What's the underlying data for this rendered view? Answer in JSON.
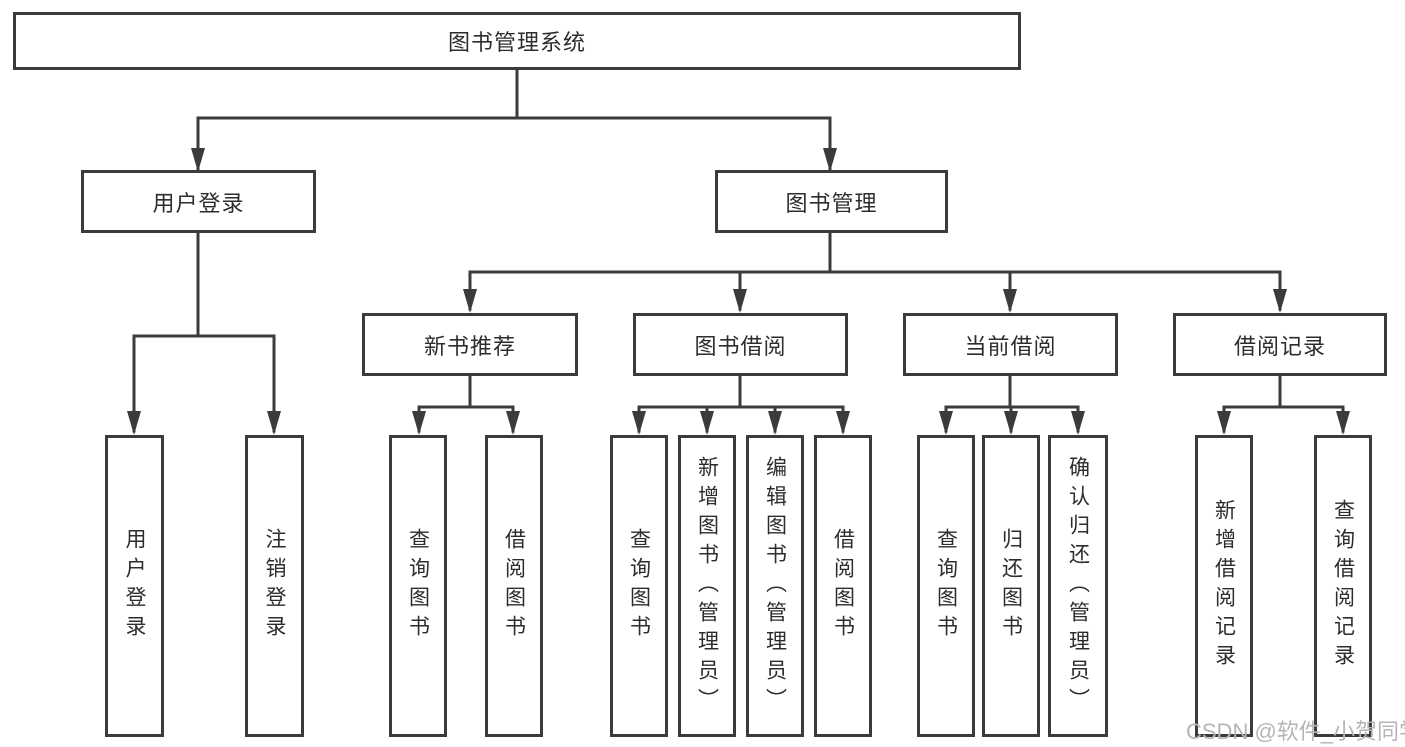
{
  "diagram": {
    "root": {
      "label": "图书管理系统"
    },
    "user_login": {
      "label": "用户登录",
      "children": [
        "用户登录",
        "注销登录"
      ]
    },
    "book_management": {
      "label": "图书管理"
    },
    "new_book_recommend": {
      "label": "新书推荐",
      "children": [
        "查询图书",
        "借阅图书"
      ]
    },
    "book_borrow": {
      "label": "图书借阅",
      "children": [
        "查询图书",
        "新增图书（管理员）",
        "编辑图书（管理员）",
        "借阅图书"
      ]
    },
    "current_borrow": {
      "label": "当前借阅",
      "children": [
        "查询图书",
        "归还图书",
        "确认归还（管理员）"
      ]
    },
    "borrow_records": {
      "label": "借阅记录",
      "children": [
        "新增借阅记录",
        "查询借阅记录"
      ]
    }
  },
  "watermark": "CSDN @软件_小贺同学",
  "colors": {
    "line": "#3b3b3b",
    "text": "#2d2d2d",
    "background": "#ffffff",
    "watermark": "#b5b5b5"
  }
}
